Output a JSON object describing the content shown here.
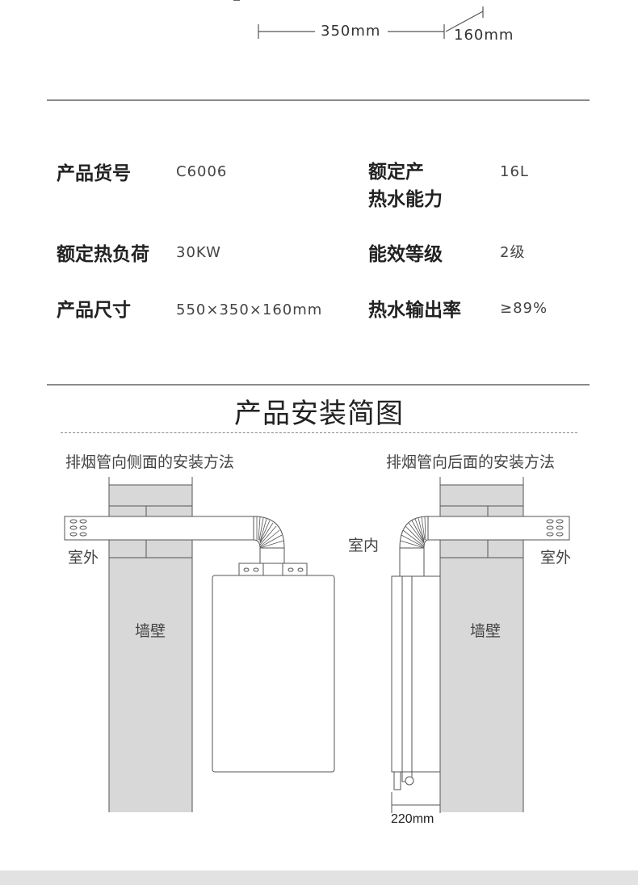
{
  "dimensions": {
    "width_label": "350mm",
    "depth_label": "160mm"
  },
  "specs": [
    {
      "label": "产品货号",
      "value": "C6006"
    },
    {
      "label": "额定产\n热水能力",
      "value": "16L"
    },
    {
      "label": "额定热负荷",
      "value": "30KW"
    },
    {
      "label": "能效等级",
      "value": "2级"
    },
    {
      "label": "产品尺寸",
      "value": "550×350×160mm"
    },
    {
      "label": "热水输出率",
      "value": "≥89%"
    }
  ],
  "install": {
    "title": "产品安装简图",
    "side_caption": "排烟管向侧面的安装方法",
    "back_caption": "排烟管向后面的安装方法",
    "outdoor": "室外",
    "indoor": "室内",
    "wall": "墙壁",
    "depth_dim": "220mm"
  },
  "colors": {
    "wall_fill": "#d8d8d8",
    "line": "#555555",
    "divider": "#8a8a8a",
    "band": "#e2e2e2"
  }
}
